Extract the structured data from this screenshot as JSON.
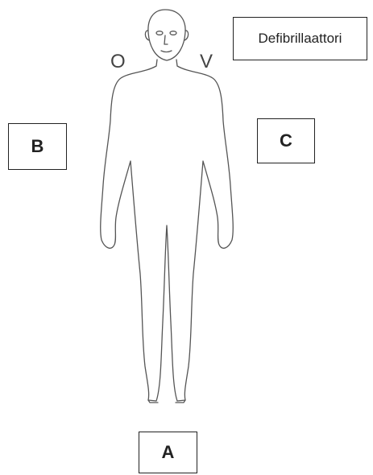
{
  "labels": {
    "defibrillator": "Defibrillaattori",
    "box_a": "A",
    "box_b": "B",
    "box_c": "C",
    "side_left": "O",
    "side_right": "V"
  },
  "icons": {
    "figure": "human-body-outline-icon"
  }
}
